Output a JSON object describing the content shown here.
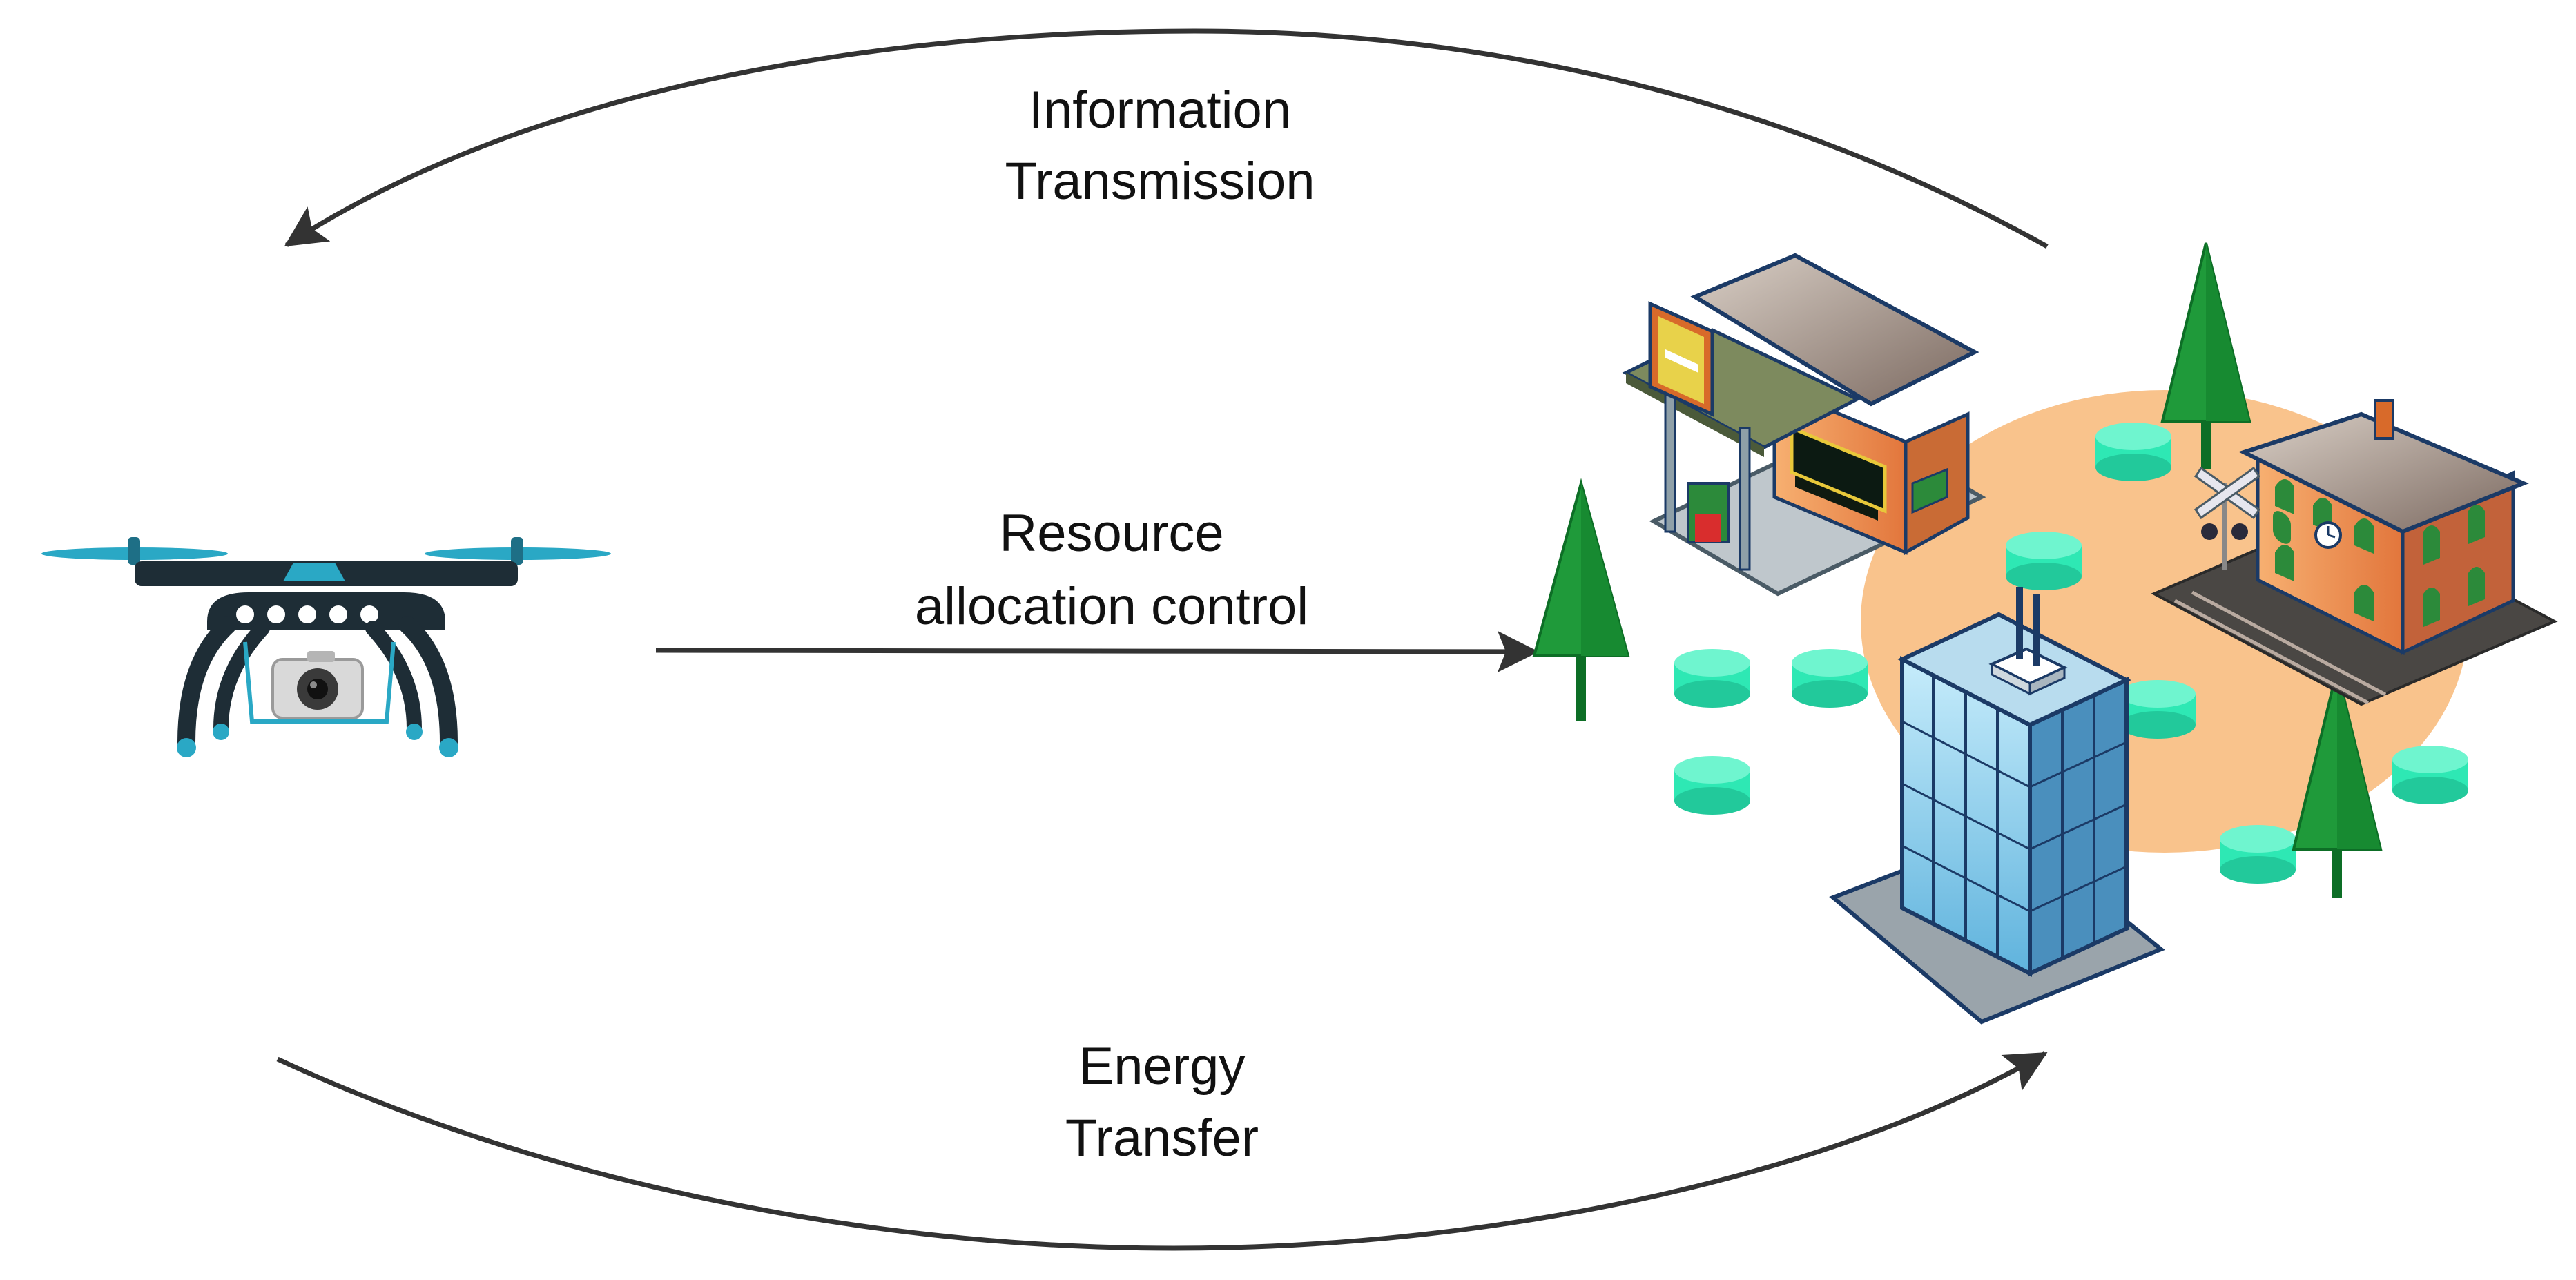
{
  "labels": {
    "info_line1": "Information",
    "info_line2": "Transmission",
    "resource_line1": "Resource",
    "resource_line2": "allocation control",
    "energy_line1": "Energy",
    "energy_line2": "Transfer"
  },
  "colors": {
    "arrow": "#333333",
    "ground": "#f9c38c",
    "sensor": "#2ee8b4",
    "sensor_edge": "#0a9a7a",
    "tree": "#1f9a3a",
    "tree_dark": "#0d6e26",
    "drone_body": "#1e2d36",
    "drone_accent": "#2aa8c5",
    "office_glass": "#8fd0ee",
    "station_wall": "#f0955a",
    "station_roof": "#8a7468"
  },
  "icons": {
    "uav": "drone-icon",
    "camera": "camera-icon",
    "gas_station": "gas-station-icon",
    "train_station": "train-station-icon",
    "office": "office-building-icon",
    "tree": "pine-tree-icon",
    "sensor": "sensor-node-icon"
  }
}
